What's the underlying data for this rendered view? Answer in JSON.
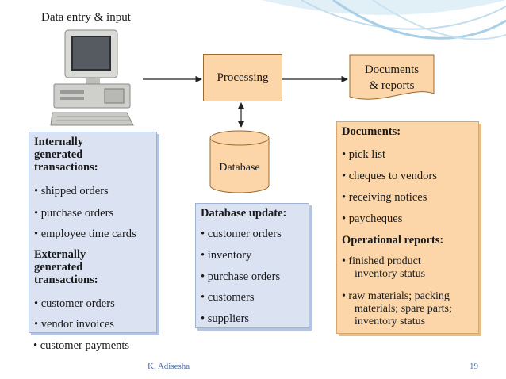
{
  "title": "Data entry & input",
  "processing_label": "Processing",
  "documents_label_lines": [
    "Documents",
    "& reports"
  ],
  "database_label": "Database",
  "left_panel": {
    "internal_heading_lines": [
      "Internally",
      "generated",
      "transactions:"
    ],
    "internal_items": [
      "• shipped orders",
      "• purchase orders",
      "• employee time cards"
    ],
    "external_heading_lines": [
      "Externally",
      "generated",
      "transactions:"
    ],
    "external_items": [
      "• customer orders",
      "• vendor invoices",
      "• customer payments"
    ]
  },
  "db_panel": {
    "heading": "Database update:",
    "items": [
      "• customer orders",
      "• inventory",
      "• purchase orders",
      "• customers",
      "• suppliers"
    ]
  },
  "right_panel": {
    "documents_heading": "Documents:",
    "documents_items": [
      "• pick list",
      "• cheques to vendors",
      "• receiving notices",
      "• paycheques"
    ],
    "reports_heading": "Operational reports:",
    "report1_lines": [
      "• finished product",
      "inventory status"
    ],
    "report2_lines": [
      "• raw materials; packing",
      "materials; spare parts;",
      "inventory status"
    ]
  },
  "footer_author": "K. Adisesha",
  "page_number": "19",
  "colors": {
    "orange_fill": "#fcd5a8",
    "blue_panel": "#dbe3f3",
    "footer_text": "#4b6ea9"
  }
}
